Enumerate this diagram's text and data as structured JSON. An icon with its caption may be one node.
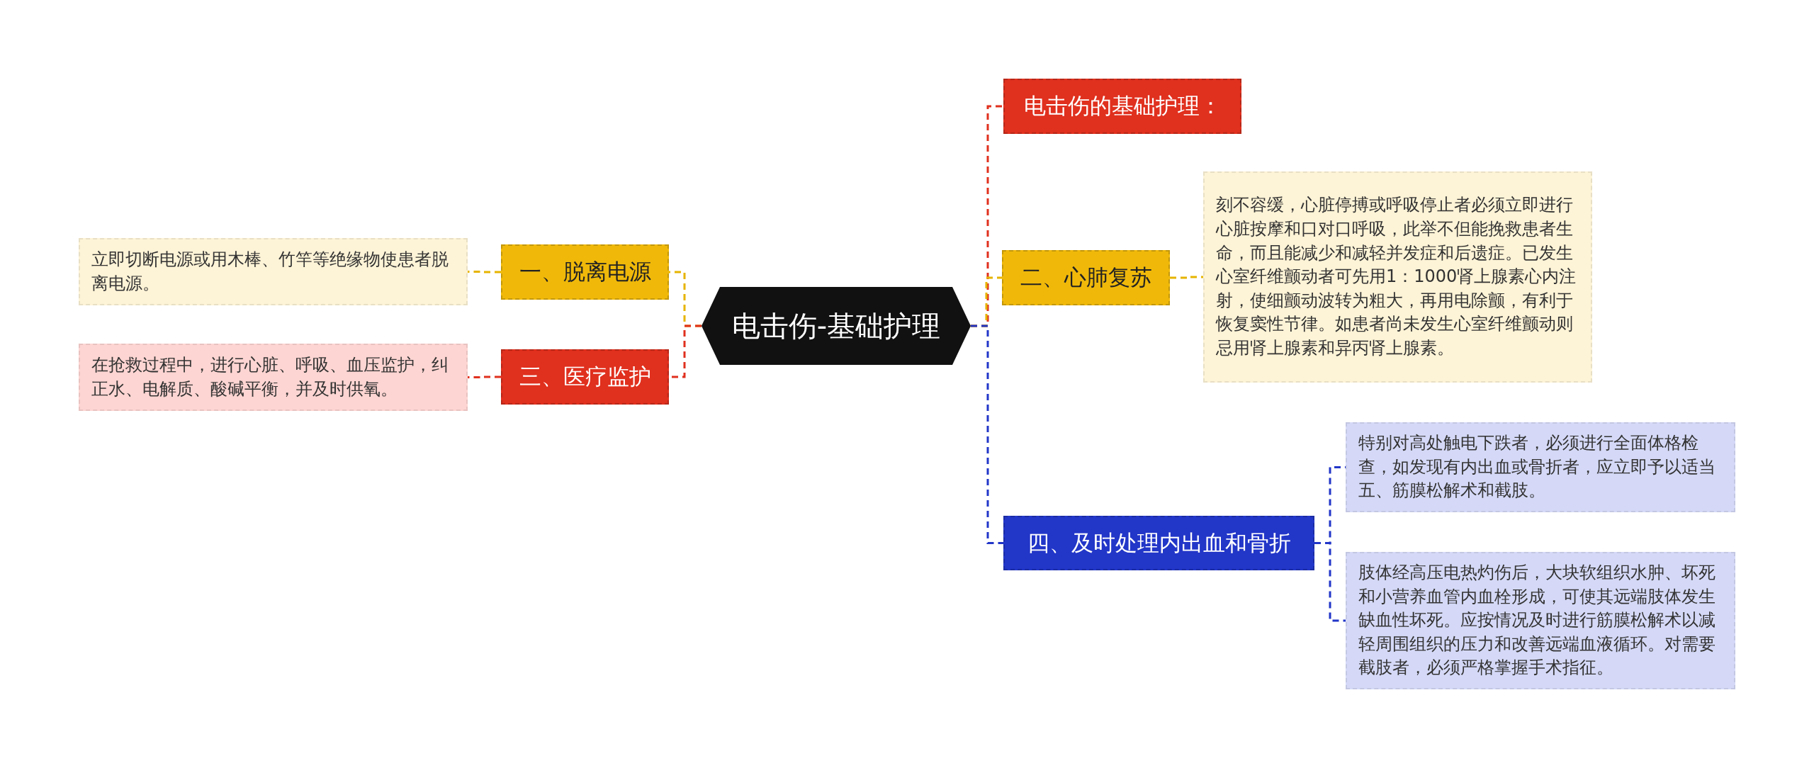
{
  "diagram": {
    "nodes": [
      {
        "text": [
          "电击伤-基础护理"
        ]
      },
      {
        "text": [
          "电击伤的基础护理："
        ]
      },
      {
        "text": [
          "一、脱离电源"
        ]
      },
      {
        "text": [
          "立即切断电源或用木棒、竹竿等绝缘物使患者脱离电源。"
        ]
      },
      {
        "text": [
          "二、心肺复苏"
        ]
      },
      {
        "text": [
          "刻不容缓，心脏停搏或呼吸停止者必须立即进行心脏按摩和口对口呼吸，此举不但能挽救患者生命，而且能减少和减轻并发症和后遗症。已发生心室纤维颤动者可先用1：1000肾上腺素心内注射，使细颤动波转为粗大，再用电除颤，有利于恢复窦性节律。如患者尚未发生心室纤维颤动则忌用肾上腺素和异丙肾上腺素。"
        ]
      },
      {
        "text": [
          "三、医疗监护"
        ]
      },
      {
        "text": [
          "在抢救过程中，进行心脏、呼吸、血压监护，纠正水、电解质、酸碱平衡，并及时供氧。"
        ]
      },
      {
        "text": [
          "四、及时处理内出血和骨折"
        ]
      },
      {
        "text": [
          "特别对高处触电下跌者，必须进行全面体格检查，如发现有内出血或骨折者，应立即予以适当五、筋膜松解术和截肢。"
        ]
      },
      {
        "text": [
          "肢体经高压电热灼伤后，大块软组织水肿、坏死和小营养血管内血栓形成，可使其远端肢体发生缺血性坏死。应按情况及时进行筋膜松解术以减轻周围组织的压力和改善远端血液循环。对需要截肢者，必须严格掌握手术指征。"
        ]
      }
    ],
    "edges": [
      {
        "from": 0,
        "to": 1,
        "arrow": "none",
        "style": "dashed",
        "color": "#e0301e"
      },
      {
        "from": 0,
        "to": 2,
        "arrow": "none",
        "style": "dashed",
        "color": "#e6b400"
      },
      {
        "from": 2,
        "to": 3,
        "arrow": "none",
        "style": "dashed",
        "color": "#e6b400"
      },
      {
        "from": 0,
        "to": 4,
        "arrow": "none",
        "style": "dashed",
        "color": "#e6b400"
      },
      {
        "from": 4,
        "to": 5,
        "arrow": "none",
        "style": "dashed",
        "color": "#e6b400"
      },
      {
        "from": 0,
        "to": 6,
        "arrow": "none",
        "style": "dashed",
        "color": "#e0301e"
      },
      {
        "from": 6,
        "to": 7,
        "arrow": "none",
        "style": "dashed",
        "color": "#e0301e"
      },
      {
        "from": 0,
        "to": 8,
        "arrow": "none",
        "style": "dashed",
        "color": "#2236c8"
      },
      {
        "from": 8,
        "to": 9,
        "arrow": "none",
        "style": "dashed",
        "color": "#2236c8"
      },
      {
        "from": 8,
        "to": 10,
        "arrow": "none",
        "style": "dashed",
        "color": "#2236c8"
      }
    ]
  }
}
